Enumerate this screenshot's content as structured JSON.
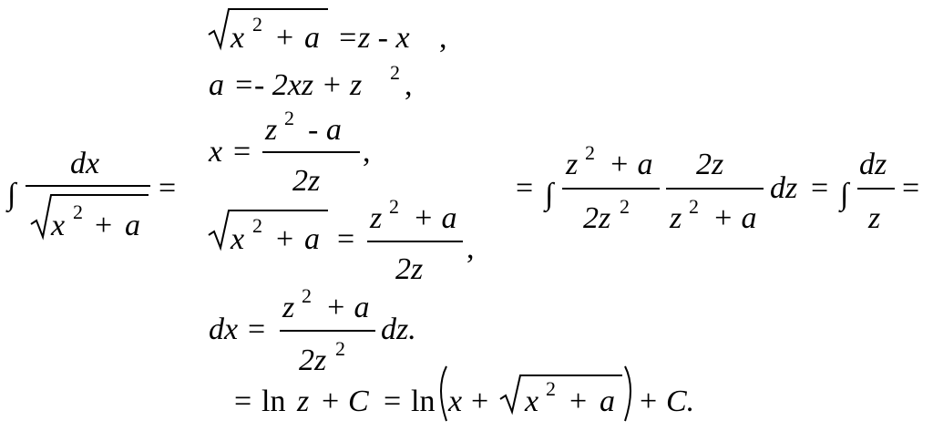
{
  "lhs": {
    "integral": "∫",
    "num": "dx",
    "den_x": "x",
    "den_exp": "2",
    "den_plus": "+",
    "den_a": "a",
    "eq": "="
  },
  "sub": {
    "l1": {
      "x": "x",
      "exp": "2",
      "plus": "+",
      "a": "a",
      "rhs": "=z -  x",
      "comma": ","
    },
    "l2": {
      "a": "a",
      "rhs1": "=- 2xz + z",
      "exp": "2",
      "comma": ","
    },
    "l3": {
      "x": "x",
      "eq": "=",
      "num_z": "z",
      "num_exp": "2",
      "num_rest": "-  a",
      "den": "2z",
      "comma": ","
    },
    "l4": {
      "x": "x",
      "exp": "2",
      "plus": "+",
      "a": "a",
      "eq": "=",
      "num_z": "z",
      "num_exp": "2",
      "num_rest": "+ a",
      "den": "2z",
      "comma": ","
    },
    "l5": {
      "lhs": "dx",
      "eq": "=",
      "num_z": "z",
      "num_exp": "2",
      "num_rest": "+ a",
      "den_z": "2z",
      "den_exp": "2",
      "tail": "dz."
    }
  },
  "mid": {
    "eq": "=",
    "integral": "∫",
    "f1_num_z": "z",
    "f1_num_exp": "2",
    "f1_num_rest": "+ a",
    "f1_den_z": "2z",
    "f1_den_exp": "2",
    "f2_num": "2z",
    "f2_den_z": "z",
    "f2_den_exp": "2",
    "f2_den_rest": "+ a",
    "dz": "dz",
    "eq2": "=",
    "integral2": "∫",
    "f3_num": "dz",
    "f3_den": "z",
    "eq3": "="
  },
  "final": {
    "eq": "=",
    "ln1": "ln",
    "z": "z",
    "plus": "+",
    "C": "C",
    "eq2": "=",
    "ln2": "ln",
    "x": "x",
    "plus2": "+",
    "rx": "x",
    "rexp": "2",
    "rplus": "+",
    "ra": "a",
    "tail_plus": "+",
    "C2": "C."
  }
}
